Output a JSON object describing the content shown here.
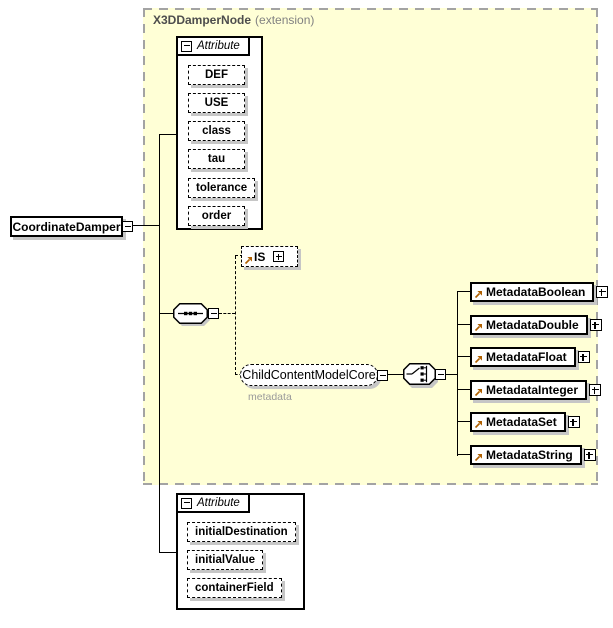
{
  "root_element": {
    "label": "CoordinateDamper"
  },
  "extension_region": {
    "title": "X3DDamperNode",
    "qualifier": "(extension)"
  },
  "attribute_group_top": {
    "header": "Attribute",
    "items": [
      "DEF",
      "USE",
      "class",
      "tau",
      "tolerance",
      "order"
    ]
  },
  "is_node": {
    "label": "IS"
  },
  "child_content_node": {
    "label": "ChildContentModelCore",
    "annotation": "metadata"
  },
  "metadata_choices": [
    "MetadataBoolean",
    "MetadataDouble",
    "MetadataFloat",
    "MetadataInteger",
    "MetadataSet",
    "MetadataString"
  ],
  "attribute_group_bottom": {
    "header": "Attribute",
    "items": [
      "initialDestination",
      "initialValue",
      "containerField"
    ]
  },
  "icons": {
    "sequence": "sequence-compositor",
    "choice": "choice-compositor",
    "collapse": "minus",
    "expand": "plus",
    "reference": "ne-arrow"
  },
  "colors": {
    "region_bg": "#FFFFD6",
    "region_border": "#A3A3A3",
    "box_shadow": "#C6C6C6",
    "region_title": "#4D4D4D",
    "region_qualifier": "#818181",
    "annotation": "#9A9A9A",
    "reference_arrow": "#B06000"
  }
}
